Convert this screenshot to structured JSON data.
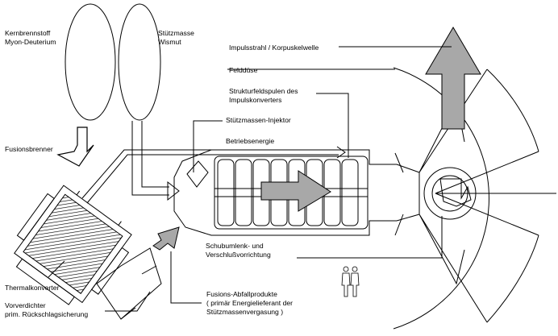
{
  "labels": {
    "fuel": "Kernbrennstoff\nMyon-Deuterium",
    "support_mass": "Stützmasse\nWismut",
    "fusion_burner": "Fusionsbrenner",
    "thermal_converter": "Thermalkonverter",
    "precompressor": "Vorverdichter\nprim. Rückschlagsicherung",
    "impulse_jet": "Impulsstrahl / Korpuskelwelle",
    "field_nozzle": "Felddüse",
    "structure_coils": "Strukturfeldspulen des\nImpulskonverters",
    "mass_injector": "Stützmassen-Injektor",
    "operating_energy": "Betriebsenergie",
    "thrust_reverser": "Schubumlenk- und\nVerschlußvorrichtung",
    "fusion_waste": "Fusions-Abfallprodukte\n( primär Energielieferant der\nStützmassenvergasung )"
  },
  "colors": {
    "line": "#000000",
    "arrow_fill": "#a8a8a8",
    "background": "#ffffff"
  }
}
